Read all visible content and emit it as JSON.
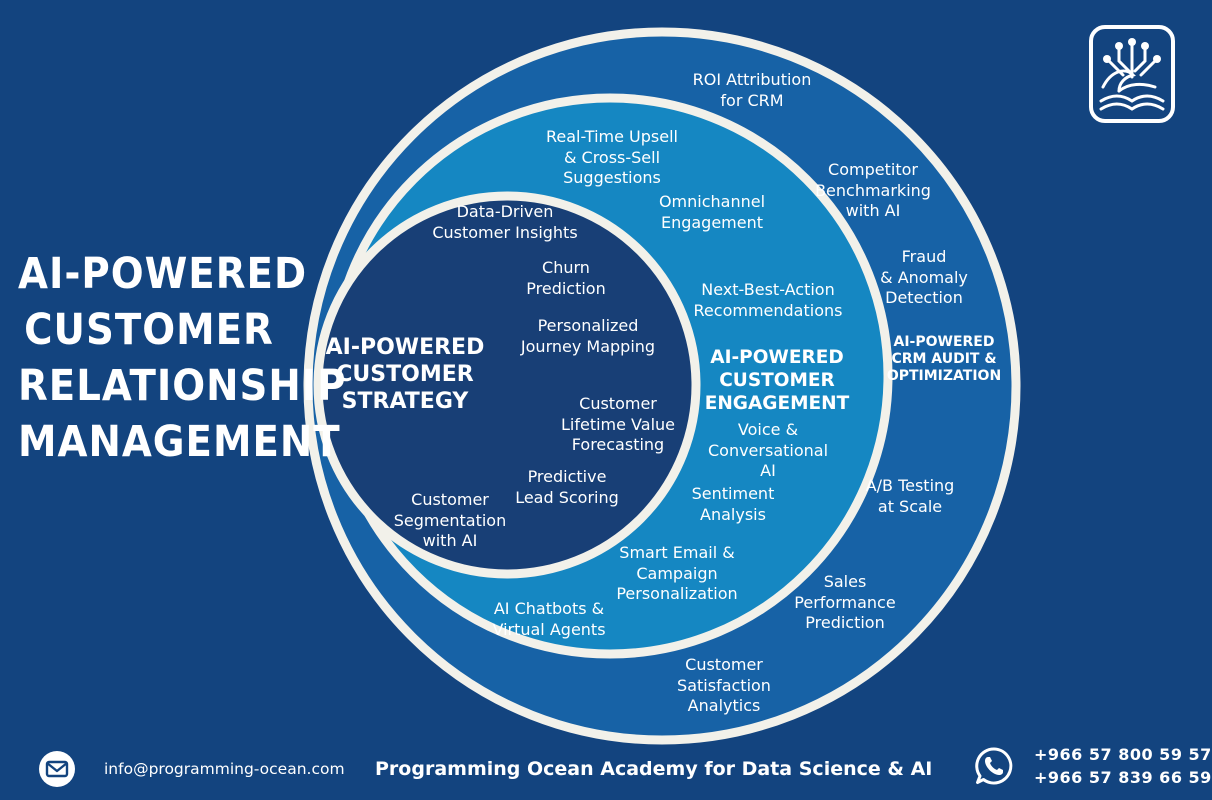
{
  "colors": {
    "background": "#13447f",
    "outer_ring": "#1762a6",
    "middle_ring": "#1587c2",
    "inner_circle": "#183f76",
    "ring_stroke": "#f2f1ea"
  },
  "title": {
    "lines": [
      "AI-POWERED",
      "CUSTOMER",
      "RELATIONSHIP",
      "MANAGEMENT"
    ]
  },
  "inner": {
    "heading": "AI-POWERED\nCUSTOMER\nSTRATEGY",
    "items": [
      "Data-Driven\nCustomer Insights",
      "Churn\nPrediction",
      "Personalized\nJourney Mapping",
      "Customer\nLifetime Value\nForecasting",
      "Predictive\nLead Scoring",
      "Customer\nSegmentation\nwith AI"
    ]
  },
  "middle": {
    "heading": "AI-POWERED\nCUSTOMER\nENGAGEMENT",
    "items": [
      "Real-Time Upsell\n& Cross-Sell\nSuggestions",
      "Omnichannel\nEngagement",
      "Next-Best-Action\nRecommendations",
      "Voice &\nConversational\nAI",
      "Sentiment\nAnalysis",
      "Smart Email &\nCampaign\nPersonalization",
      "AI Chatbots &\nVirtual Agents"
    ]
  },
  "outer": {
    "heading": "AI-POWERED\nCRM AUDIT &\nOPTIMIZATION",
    "items": [
      "ROI Attribution\nfor CRM",
      "Competitor\nBenchmarking\nwith AI",
      "Fraud\n& Anomaly\nDetection",
      "A/B Testing\nat Scale",
      "Sales\nPerformance\nPrediction",
      "Customer\nSatisfaction\nAnalytics"
    ]
  },
  "footer": {
    "email": "info@programming-ocean.com",
    "academy": "Programming Ocean Academy for Data Science & AI",
    "phones": [
      "+966 57 800 59 57",
      "+966 57 839 66 59"
    ]
  },
  "icons": {
    "logo": "ocean-book-circuit-logo",
    "email": "envelope-icon",
    "phone": "whatsapp-phone-icon"
  }
}
